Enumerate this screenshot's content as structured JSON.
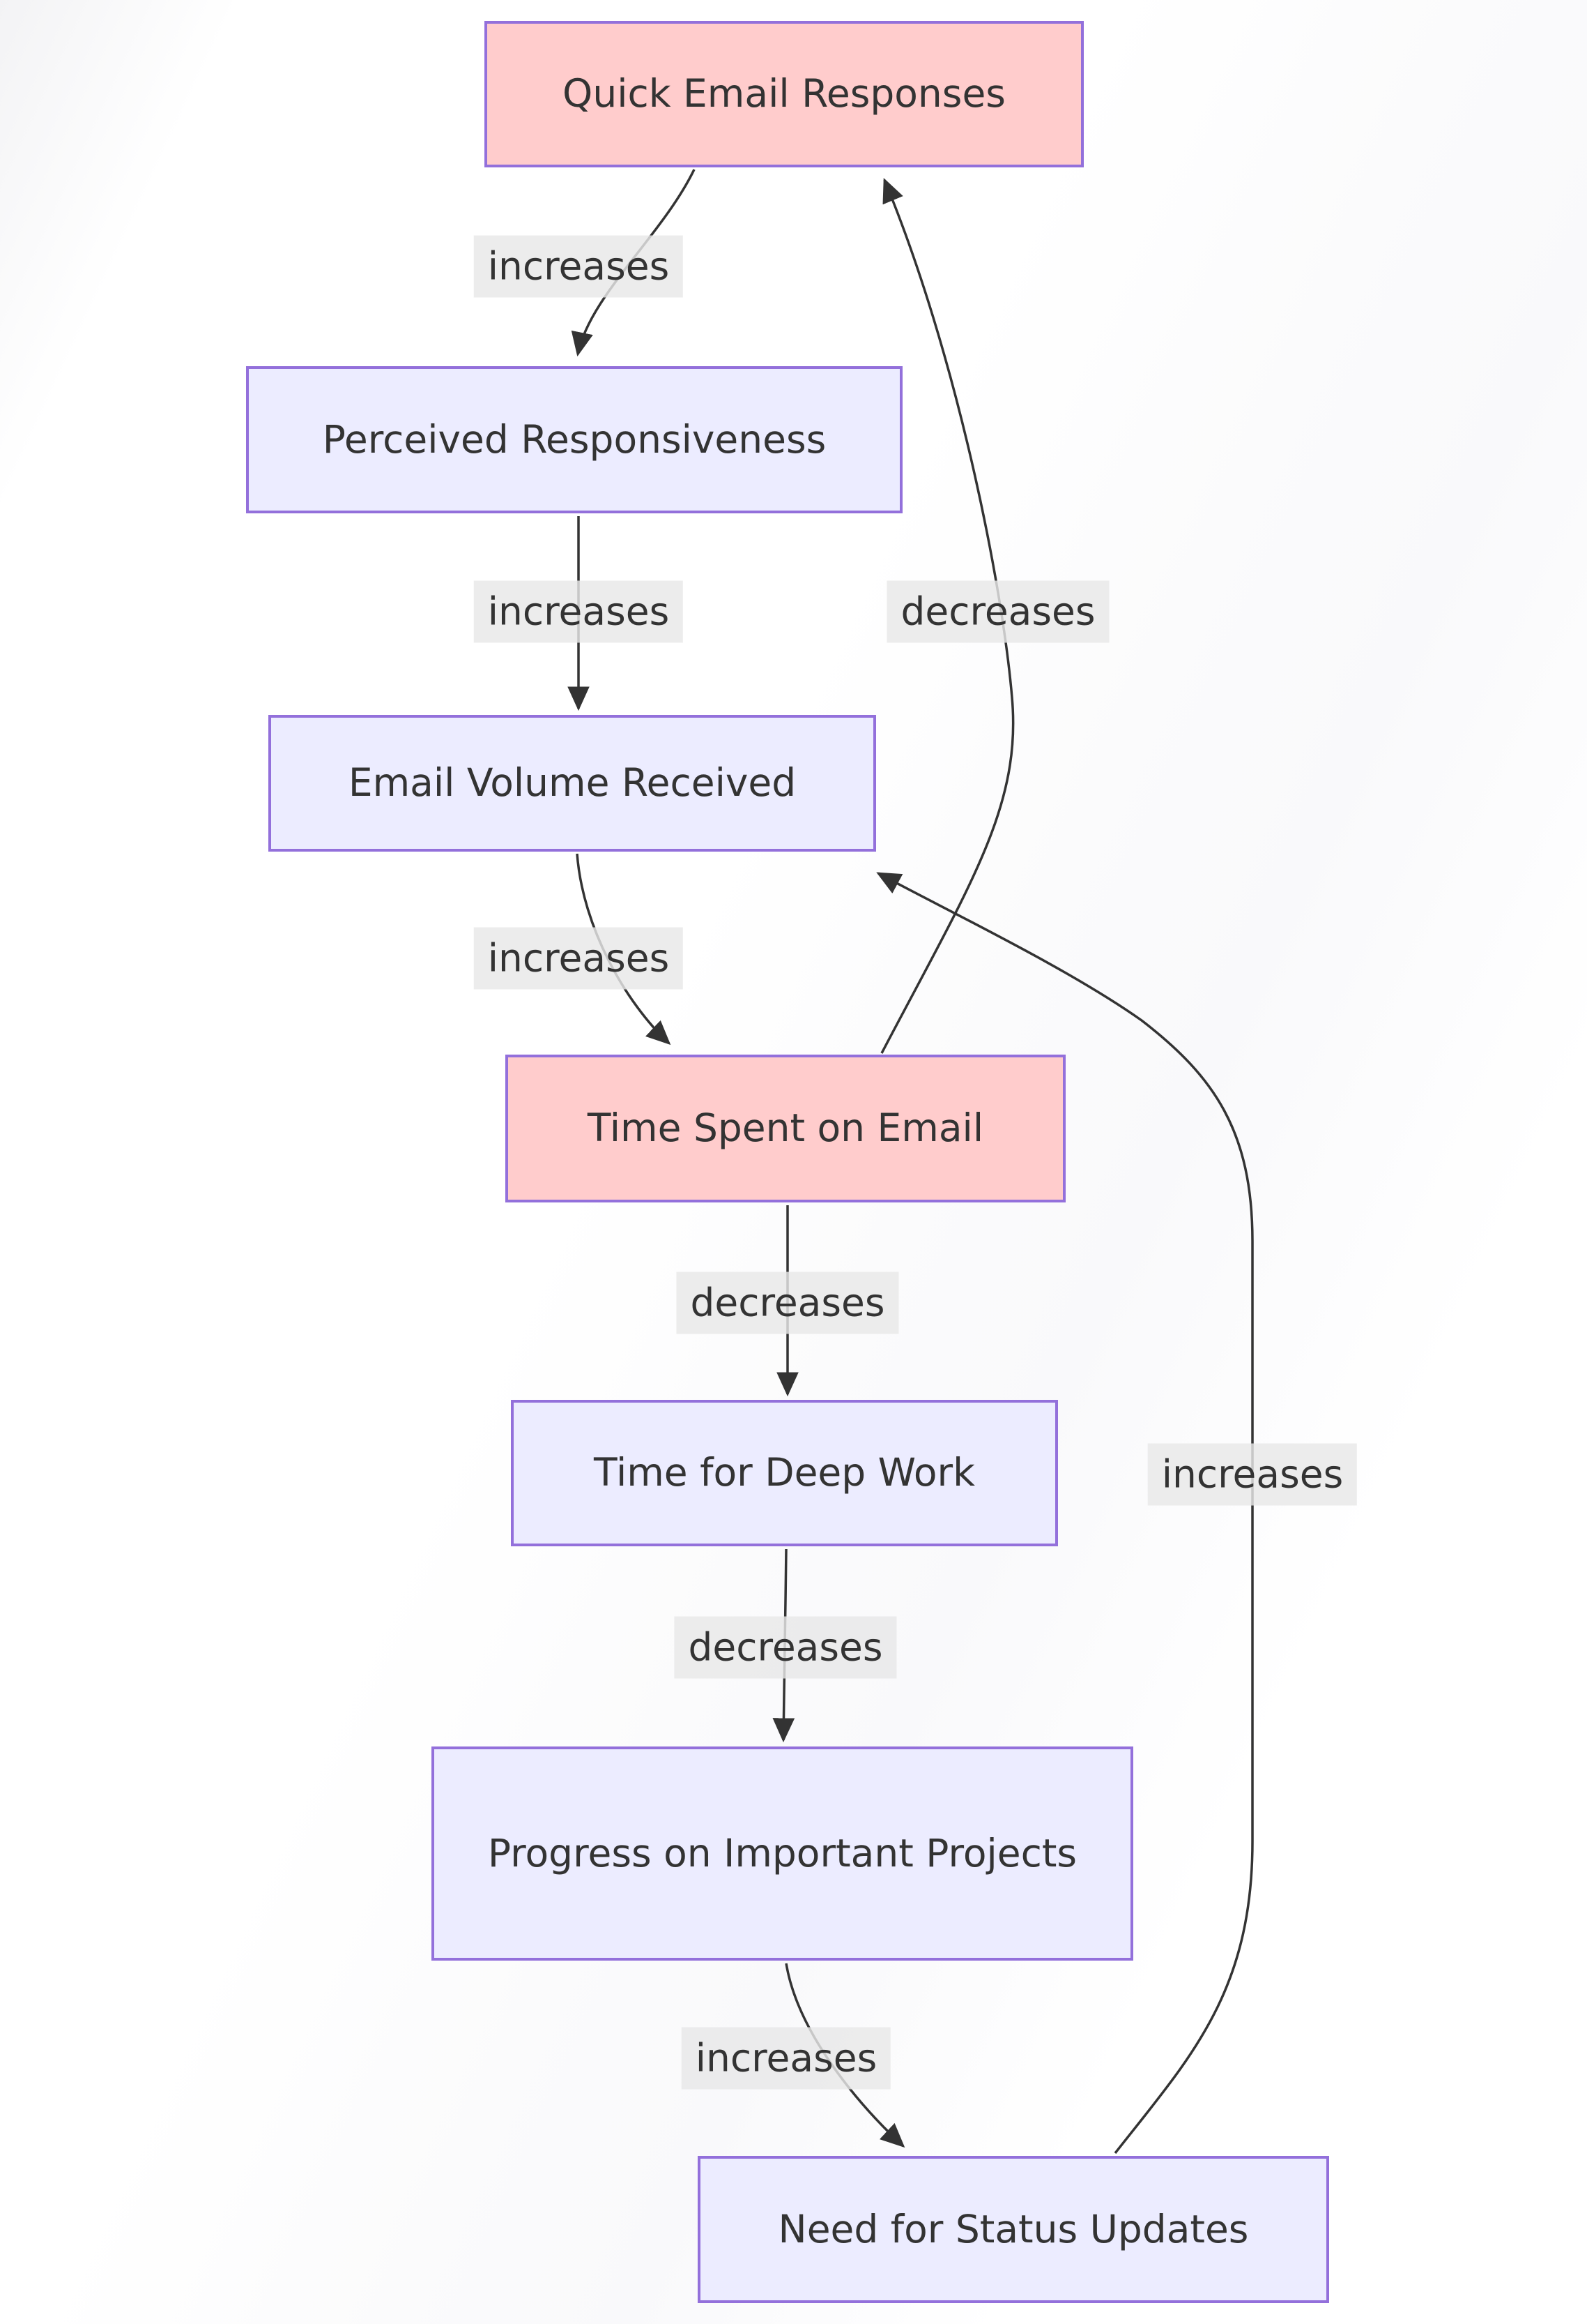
{
  "diagram": {
    "type": "flowchart",
    "direction": "top-down",
    "nodes": [
      {
        "id": "quick-email-responses",
        "label": "Quick Email Responses",
        "style": "highlight"
      },
      {
        "id": "perceived-responsiveness",
        "label": "Perceived Responsiveness",
        "style": "normal"
      },
      {
        "id": "email-volume-received",
        "label": "Email Volume Received",
        "style": "normal"
      },
      {
        "id": "time-spent-on-email",
        "label": "Time Spent on Email",
        "style": "highlight"
      },
      {
        "id": "time-for-deep-work",
        "label": "Time for Deep Work",
        "style": "normal"
      },
      {
        "id": "progress-on-projects",
        "label": "Progress on Important Projects",
        "style": "normal"
      },
      {
        "id": "need-for-status-updates",
        "label": "Need for Status Updates",
        "style": "normal"
      }
    ],
    "edges": [
      {
        "from": "Quick Email Responses",
        "to": "Perceived Responsiveness",
        "label": "increases"
      },
      {
        "from": "Perceived Responsiveness",
        "to": "Email Volume Received",
        "label": "increases"
      },
      {
        "from": "Email Volume Received",
        "to": "Time Spent on Email",
        "label": "increases"
      },
      {
        "from": "Time Spent on Email",
        "to": "Quick Email Responses",
        "label": "decreases"
      },
      {
        "from": "Time Spent on Email",
        "to": "Time for Deep Work",
        "label": "decreases"
      },
      {
        "from": "Time for Deep Work",
        "to": "Progress on Important Projects",
        "label": "decreases"
      },
      {
        "from": "Progress on Important Projects",
        "to": "Need for Status Updates",
        "label": "increases"
      },
      {
        "from": "Need for Status Updates",
        "to": "Email Volume Received",
        "label": "increases"
      }
    ],
    "colors": {
      "node_fill_normal": "#ECECFF",
      "node_fill_highlight": "#FFCCCC",
      "node_border": "#9370DB",
      "edge_stroke": "#333333",
      "edge_label_background": "#E8E8E8",
      "text": "#333333",
      "background": "#FFFFFF"
    }
  }
}
